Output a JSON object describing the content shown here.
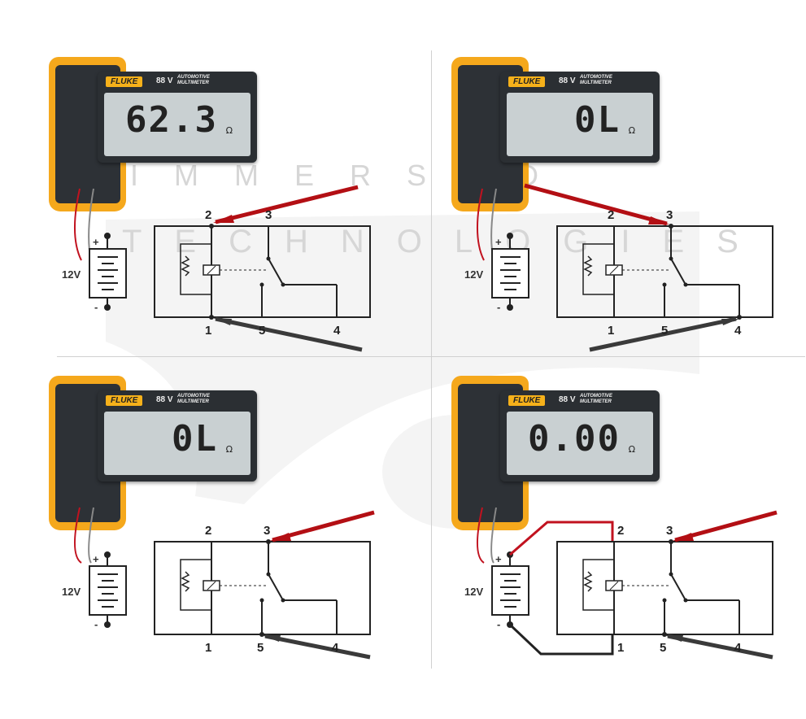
{
  "watermark": {
    "line1": "IMMERSED",
    "line2": "TECHNOLOGIES"
  },
  "brand": {
    "logo": "FLUKE",
    "model": "88 V",
    "desc_line1": "AUTOMOTIVE",
    "desc_line2": "MULTIMETER"
  },
  "battery_voltage": "12V",
  "polarity": {
    "plus": "+",
    "minus": "-"
  },
  "unit": "Ω",
  "panels": [
    {
      "reading": "62.3",
      "pins": {
        "p1": "1",
        "p2": "2",
        "p3": "3",
        "p4": "4",
        "p5": "5"
      }
    },
    {
      "reading": "0L",
      "pins": {
        "p1": "1",
        "p2": "2",
        "p3": "3",
        "p4": "4",
        "p5": "5"
      }
    },
    {
      "reading": "0L",
      "pins": {
        "p1": "1",
        "p2": "2",
        "p3": "3",
        "p4": "4",
        "p5": "5"
      }
    },
    {
      "reading": "0.00",
      "pins": {
        "p1": "1",
        "p2": "2",
        "p3": "3",
        "p4": "4",
        "p5": "5"
      }
    }
  ],
  "colors": {
    "probe_red": "#b30f14",
    "probe_black": "#3a3a3a",
    "meter_yellow": "#f5a81c",
    "wire_red": "#c1121f"
  }
}
